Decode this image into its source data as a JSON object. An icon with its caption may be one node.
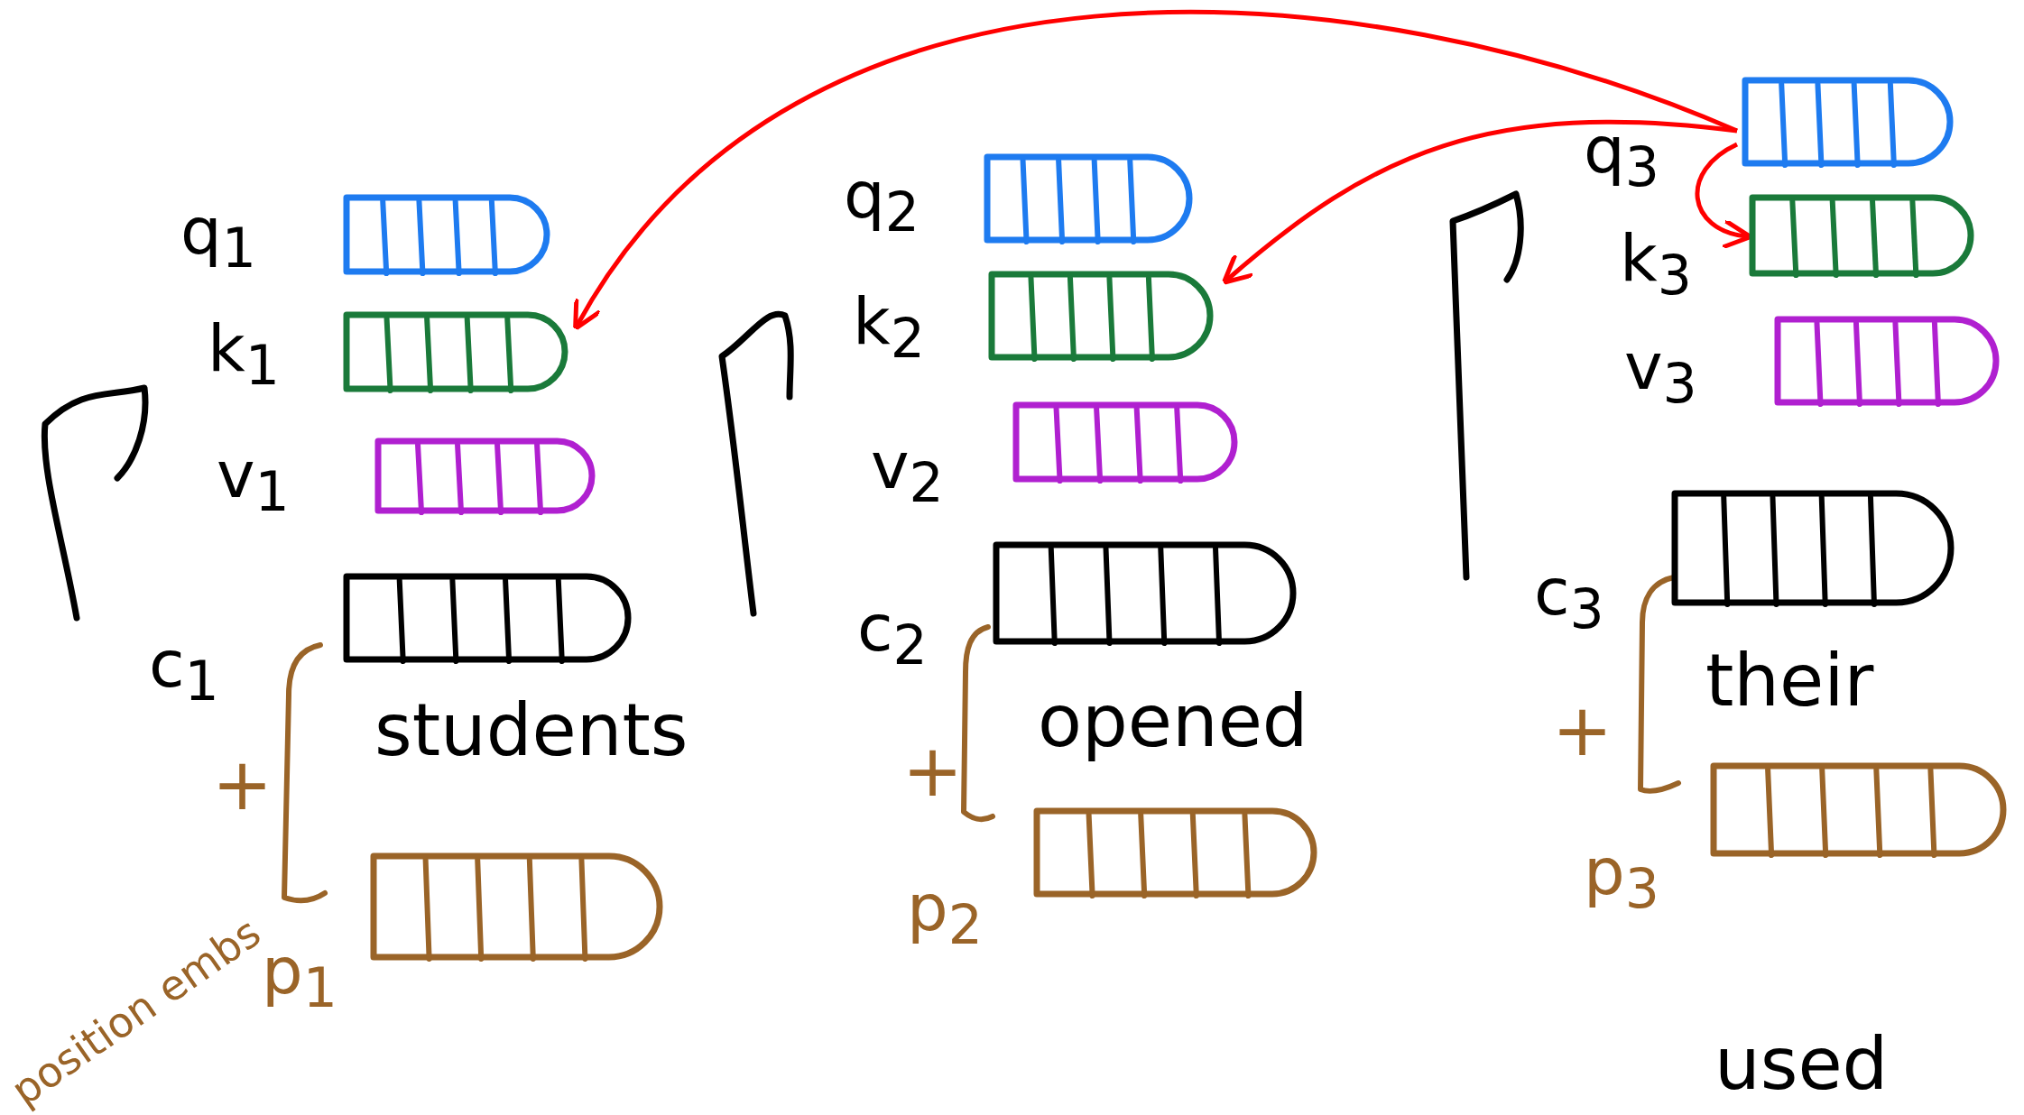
{
  "diagram": {
    "nodes": [
      {
        "text": [],
        "shape": "bar",
        "beside": [
          "q$_{1}$"
        ]
      },
      {
        "text": [],
        "shape": "bar",
        "beside": [
          "k$_{1}$"
        ]
      },
      {
        "text": [],
        "shape": "bar",
        "beside": [
          "v$_{1}$"
        ]
      },
      {
        "text": [],
        "shape": "bar",
        "beside": [
          "c$_{1}$"
        ]
      },
      {
        "text": [],
        "shape": "bar",
        "beside": [
          "p$_{1}$"
        ]
      },
      {
        "text": [],
        "shape": "bar",
        "beside": [
          "q$_{2}$"
        ]
      },
      {
        "text": [],
        "shape": "bar",
        "beside": [
          "k$_{2}$"
        ]
      },
      {
        "text": [],
        "shape": "bar",
        "beside": [
          "v$_{2}$"
        ]
      },
      {
        "text": [],
        "shape": "bar",
        "beside": [
          "c$_{2}$"
        ]
      },
      {
        "text": [],
        "shape": "bar",
        "beside": [
          "p$_{2}$"
        ]
      },
      {
        "text": [],
        "shape": "bar",
        "beside": [
          "q$_{3}$"
        ]
      },
      {
        "text": [],
        "shape": "bar",
        "beside": [
          "k$_{3}$"
        ]
      },
      {
        "text": [],
        "shape": "bar",
        "beside": [
          "v$_{3}$"
        ]
      },
      {
        "text": [],
        "shape": "bar",
        "beside": [
          "c$_{3}$"
        ]
      },
      {
        "text": [],
        "shape": "bar",
        "beside": [
          "p$_{3}$"
        ]
      }
    ],
    "edges": [
      {
        "from": 10,
        "to": 1,
        "arrow": "to",
        "color": "#ff0000"
      },
      {
        "from": 10,
        "to": 6,
        "arrow": "to",
        "color": "#ff0000"
      },
      {
        "from": 10,
        "to": 11,
        "arrow": "to",
        "color": "#ff0000"
      }
    ],
    "labels": [
      "students",
      "+",
      "position embs",
      "opened",
      "+",
      "their",
      "+",
      "used"
    ]
  }
}
